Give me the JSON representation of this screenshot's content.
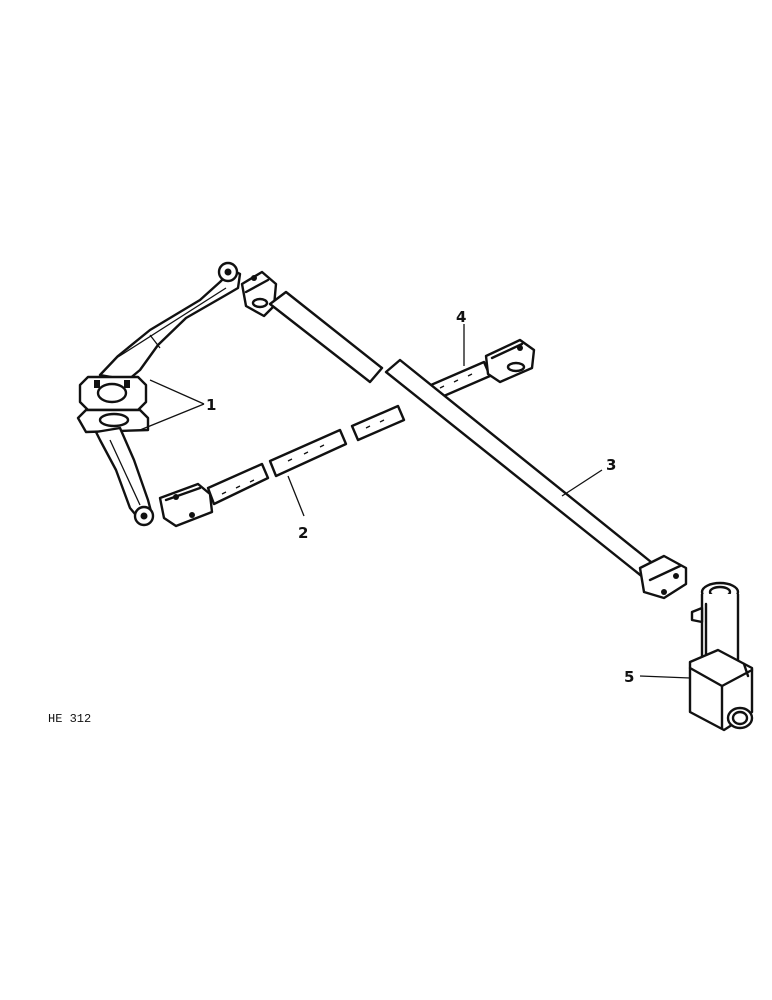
{
  "callouts": {
    "c1": "1",
    "c2": "2",
    "c3": "3",
    "c4": "4",
    "c5": "5"
  },
  "figure_code": "HE 312"
}
